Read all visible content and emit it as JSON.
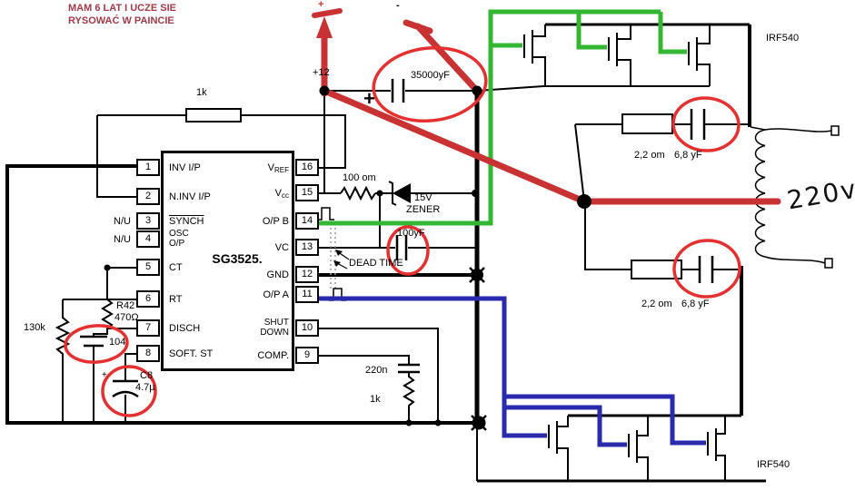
{
  "note": {
    "line1": "MAM 6 LAT I UCZE SIE",
    "line2": "RYSOWAĆ W PAINCIE"
  },
  "power": {
    "plus": "+",
    "minus": "-",
    "v12": "+12",
    "main_cap_value": "35000yF",
    "main_cap_plus": "+"
  },
  "ic": {
    "name": "SG3525.",
    "nu": "N/U",
    "left_pins": [
      {
        "num": "1",
        "label": "INV I/P"
      },
      {
        "num": "2",
        "label": "N.INV I/P"
      },
      {
        "num": "3",
        "label": "SYNCH"
      },
      {
        "num": "4",
        "label": "OSC",
        "label2": "O/P"
      },
      {
        "num": "5",
        "label": "CT"
      },
      {
        "num": "6",
        "label": "RT"
      },
      {
        "num": "7",
        "label": "DISCH"
      },
      {
        "num": "8",
        "label": "SOFT. ST"
      }
    ],
    "right_pins": [
      {
        "num": "16",
        "label": "V",
        "sub": "REF"
      },
      {
        "num": "15",
        "label": "V",
        "sub": "cc"
      },
      {
        "num": "14",
        "label": "O/P B"
      },
      {
        "num": "13",
        "label": "VC"
      },
      {
        "num": "12",
        "label": "GND"
      },
      {
        "num": "11",
        "label": "O/P A"
      },
      {
        "num": "10",
        "label": "SHUT",
        "label2": "DOWN"
      },
      {
        "num": "9",
        "label": "COMP."
      }
    ]
  },
  "left": {
    "r_top": "1k",
    "r130k": "130k",
    "r42_name": "R42",
    "r42_value": "470Ω",
    "c104": "104",
    "c8_name": "C8",
    "c8_value": "4.7µ",
    "c8_plus": "+"
  },
  "mid": {
    "r100": "100 om",
    "zener_line1": "15V",
    "zener_line2": "ZENER",
    "c100": "100yF",
    "dead_time": "DEAD TIME",
    "c220n": "220n",
    "r1k": "1k"
  },
  "right": {
    "irf540_top": "IRF540",
    "irf540_bottom": "IRF540",
    "snubber_top_r": "2,2 om",
    "snubber_top_c": "6,8 yF",
    "snubber_bottom_r": "2,2 om",
    "snubber_bottom_c": "6,8 yF",
    "v220": "220v"
  },
  "colors": {
    "wire_green": "#33b733",
    "wire_blue": "#2a2aad",
    "wire_red": "#c83232",
    "annotation_red": "#e53030",
    "note_text": "#a13a4a"
  }
}
